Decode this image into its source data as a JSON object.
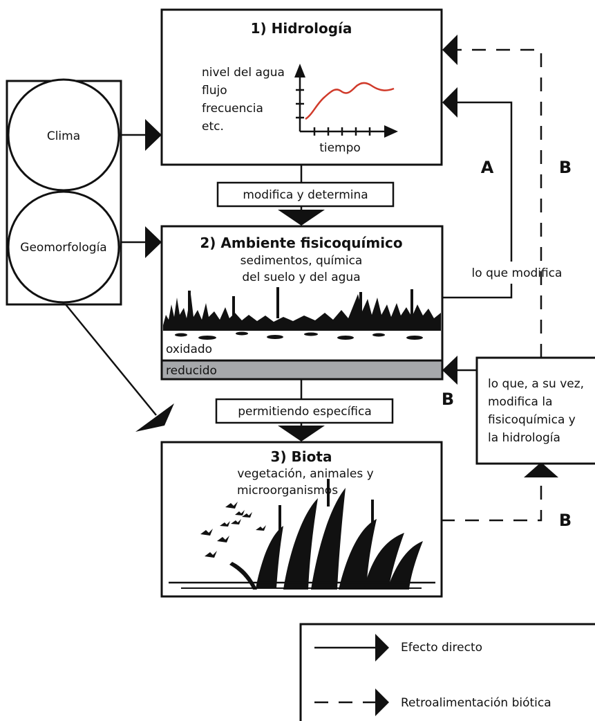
{
  "left_column": {
    "clima": "Clima",
    "geomorfologia": "Geomorfología"
  },
  "box1": {
    "title": "1) Hidrología",
    "lines": [
      "nivel del agua",
      "flujo",
      "frecuencia",
      "etc."
    ],
    "x_axis": "tiempo"
  },
  "connector_1_2": "modifica y determina",
  "box2": {
    "title": "2) Ambiente fisicoquímico",
    "subtitle_1": "sedimentos, química",
    "subtitle_2": "del suelo y del agua",
    "layer_top": "oxidado",
    "layer_bottom": "reducido"
  },
  "connector_2_3": "permitiendo específica",
  "box3": {
    "title": "3) Biota",
    "subtitle_1": "vegetación, animales y",
    "subtitle_2": "microorganismos"
  },
  "right": {
    "label_a": "A",
    "label_b": "B",
    "lo_que_modifica": "lo que modifica",
    "feedback_box": [
      "lo que, a su vez,",
      "modifica la",
      "fisicoquímica y",
      "la hidrología"
    ]
  },
  "legend": {
    "direct": "Efecto directo",
    "feedback": "Retroalimentación biótica"
  },
  "colors": {
    "curve": "#d03a2a",
    "reduced_layer": "#a6a8ab"
  }
}
